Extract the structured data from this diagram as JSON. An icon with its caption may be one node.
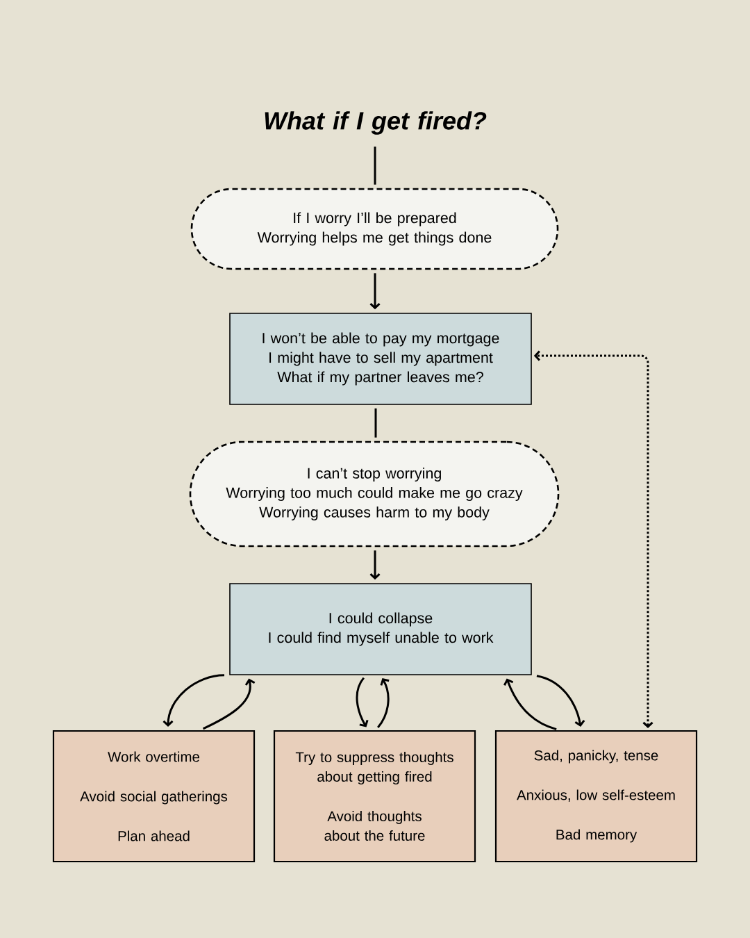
{
  "diagram": {
    "nodes": [
      {
        "text": [
          "What if I get fired?"
        ]
      },
      {
        "text": [
          "If I worry I’ll be prepared",
          "Worrying helps me get things done"
        ]
      },
      {
        "text": [
          "I won’t be able to pay my mortgage",
          "I might have to sell my apartment",
          "What if my partner leaves me?"
        ]
      },
      {
        "text": [
          "I can’t stop worrying",
          "Worrying too much could make me go crazy",
          "Worrying causes harm to my body"
        ]
      },
      {
        "text": [
          "I could collapse",
          "I could find myself unable to work"
        ]
      },
      {
        "text": [
          "Work overtime",
          "Avoid social gatherings",
          "Plan ahead"
        ]
      },
      {
        "text": [
          "Try to suppress thoughts about getting fired",
          "Avoid thoughts about the future"
        ]
      },
      {
        "text": [
          "Sad, panicky, tense",
          "Anxious, low self-esteem",
          "Bad memory"
        ]
      }
    ],
    "edges": [
      {
        "from": 0,
        "to": 1,
        "arrow": "none"
      },
      {
        "from": 1,
        "to": 2,
        "arrow": "to"
      },
      {
        "from": 2,
        "to": 3,
        "arrow": "none"
      },
      {
        "from": 3,
        "to": 4,
        "arrow": "to"
      },
      {
        "from": 4,
        "to": 5,
        "arrow": "to"
      },
      {
        "from": 5,
        "to": 4,
        "arrow": "to"
      },
      {
        "from": 4,
        "to": 6,
        "arrow": "to"
      },
      {
        "from": 6,
        "to": 4,
        "arrow": "to"
      },
      {
        "from": 7,
        "to": 4,
        "arrow": "to"
      },
      {
        "from": 4,
        "to": 7,
        "arrow": "to"
      },
      {
        "from": 7,
        "to": 2,
        "arrow": "both",
        "style": "dashed"
      }
    ]
  }
}
